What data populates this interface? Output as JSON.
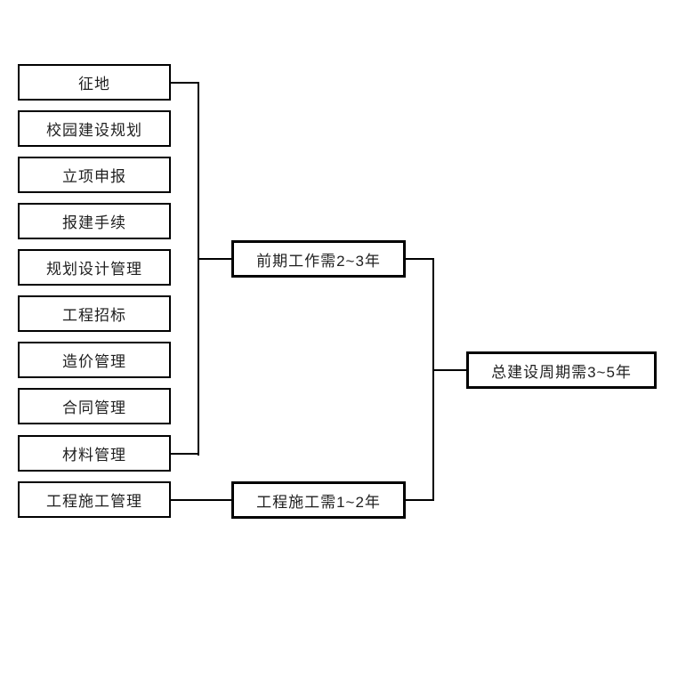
{
  "diagram": {
    "title": "",
    "type": "flowchart",
    "left_boxes": [
      {
        "label": "征地"
      },
      {
        "label": "校园建设规划"
      },
      {
        "label": "立项申报"
      },
      {
        "label": "报建手续"
      },
      {
        "label": "规划设计管理"
      },
      {
        "label": "工程招标"
      },
      {
        "label": "造价管理"
      },
      {
        "label": "合同管理"
      },
      {
        "label": "材料管理"
      },
      {
        "label": "工程施工管理"
      }
    ],
    "stage_boxes": [
      {
        "label": "前期工作需2~3年"
      },
      {
        "label": "工程施工需1~2年"
      }
    ],
    "total_box": {
      "label": "总建设周期需3~5年"
    },
    "colors": {
      "line": "#000000",
      "background": "#ffffff",
      "text": "#1f1f1f"
    }
  }
}
